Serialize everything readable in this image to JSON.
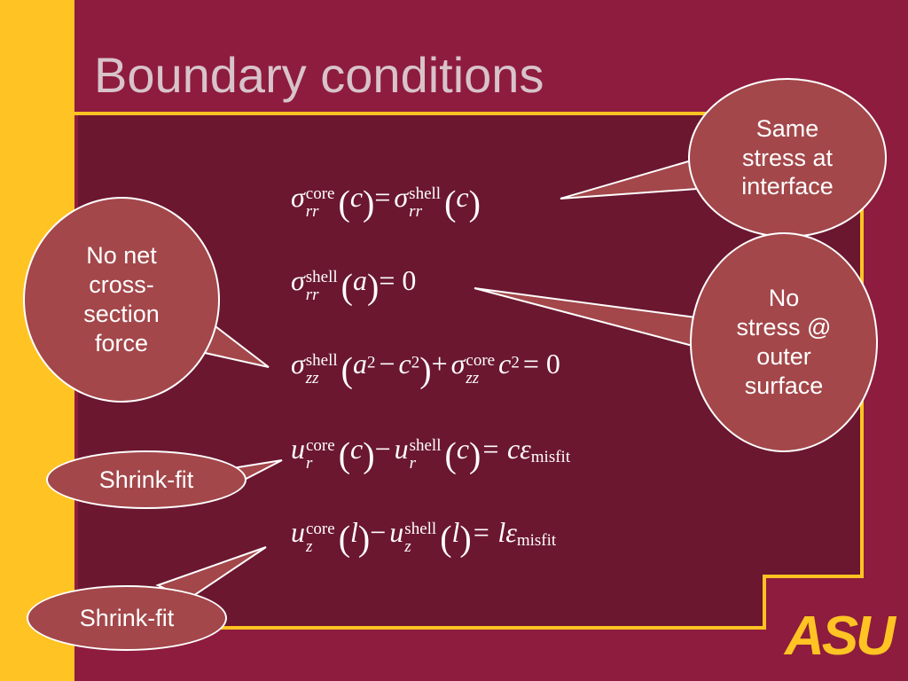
{
  "slide": {
    "title": "Boundary conditions",
    "logo_text": "ASU"
  },
  "callouts": {
    "same_stress": [
      "Same",
      "stress at",
      "interface"
    ],
    "no_stress": [
      "No",
      "stress @",
      "outer",
      "surface"
    ],
    "no_net": [
      "No net",
      "cross-",
      "section",
      "force"
    ],
    "shrink_fit_1": "Shrink-fit",
    "shrink_fit_2": "Shrink-fit"
  },
  "equations": {
    "eq1": {
      "sym": "σ",
      "sup1": "core",
      "sub1": "rr",
      "arg": "c",
      "eq": "=",
      "sym2": "σ",
      "sup2": "shell",
      "sub2": "rr",
      "arg2": "c"
    },
    "eq2": {
      "sym": "σ",
      "sup1": "shell",
      "sub1": "rr",
      "arg": "a",
      "rhs": "= 0"
    },
    "eq3": {
      "sym": "σ",
      "sup1": "shell",
      "sub1": "zz",
      "a": "a",
      "exp": "2",
      "minus": "−",
      "c": "c",
      "plus": "+",
      "sym2": "σ",
      "sup2": "core",
      "sub2": "zz",
      "c2": "c",
      "rhs": "= 0"
    },
    "eq4": {
      "sym": "u",
      "sup1": "core",
      "sub1": "r",
      "arg": "c",
      "minus": "−",
      "sup2": "shell",
      "sub2": "r",
      "arg2": "c",
      "rhs": "= c",
      "eps": "ε",
      "eps_sub": "misfit"
    },
    "eq5": {
      "sym": "u",
      "sup1": "core",
      "sub1": "z",
      "arg": "l",
      "minus": "−",
      "sup2": "shell",
      "sub2": "z",
      "arg2": "l",
      "rhs": "= l",
      "eps": "ε",
      "eps_sub": "misfit"
    }
  },
  "colors": {
    "background": "#8e1c3e",
    "panel": "#6b1730",
    "gold": "#ffc423",
    "bubble": "#a3474a",
    "title_text": "#d8c3ca"
  }
}
